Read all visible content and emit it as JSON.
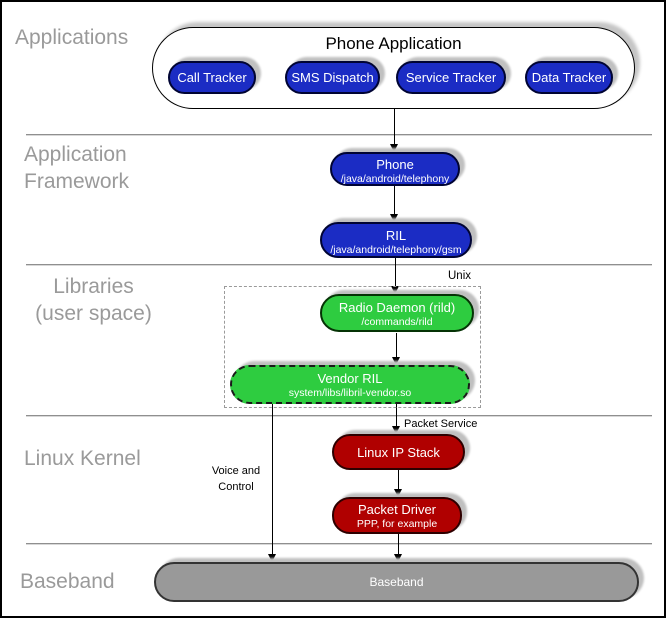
{
  "diagram": {
    "layers": {
      "applications": {
        "lines": [
          "Applications"
        ]
      },
      "framework": {
        "lines": [
          "Application",
          "Framework"
        ]
      },
      "libraries": {
        "lines": [
          "Libraries",
          "(user space)"
        ]
      },
      "kernel": {
        "lines": [
          "Linux Kernel"
        ]
      },
      "baseband": {
        "lines": [
          "Baseband"
        ]
      }
    },
    "nodes": {
      "phone_application": {
        "title": "Phone Application"
      },
      "trackers": [
        {
          "label": "Call Tracker"
        },
        {
          "label": "SMS Dispatch"
        },
        {
          "label": "Service Tracker"
        },
        {
          "label": "Data Tracker"
        }
      ],
      "phone": {
        "title": "Phone",
        "subtitle": "/java/android/telephony"
      },
      "ril": {
        "title": "RIL",
        "subtitle": "/java/android/telephony/gsm"
      },
      "radio_daemon": {
        "title": "Radio Daemon (rild)",
        "subtitle": "/commands/rild"
      },
      "vendor_ril": {
        "title": "Vendor RIL",
        "subtitle": "system/libs/libril-vendor.so"
      },
      "linux_ip_stack": {
        "title": "Linux IP Stack"
      },
      "packet_driver": {
        "title": "Packet Driver",
        "subtitle": "PPP, for example"
      },
      "baseband_bar": {
        "title": "Baseband"
      }
    },
    "annotations": {
      "unix": "Unix",
      "packet_service": "Packet Service",
      "voice_and_control": [
        "Voice and",
        "Control"
      ]
    },
    "colors": {
      "app_node_blue": "#1b2cc4",
      "library_node_green": "#2ecc40",
      "kernel_node_red": "#b00000",
      "baseband_node_gray": "#999999",
      "section_label_gray": "#9a9a9a"
    }
  }
}
